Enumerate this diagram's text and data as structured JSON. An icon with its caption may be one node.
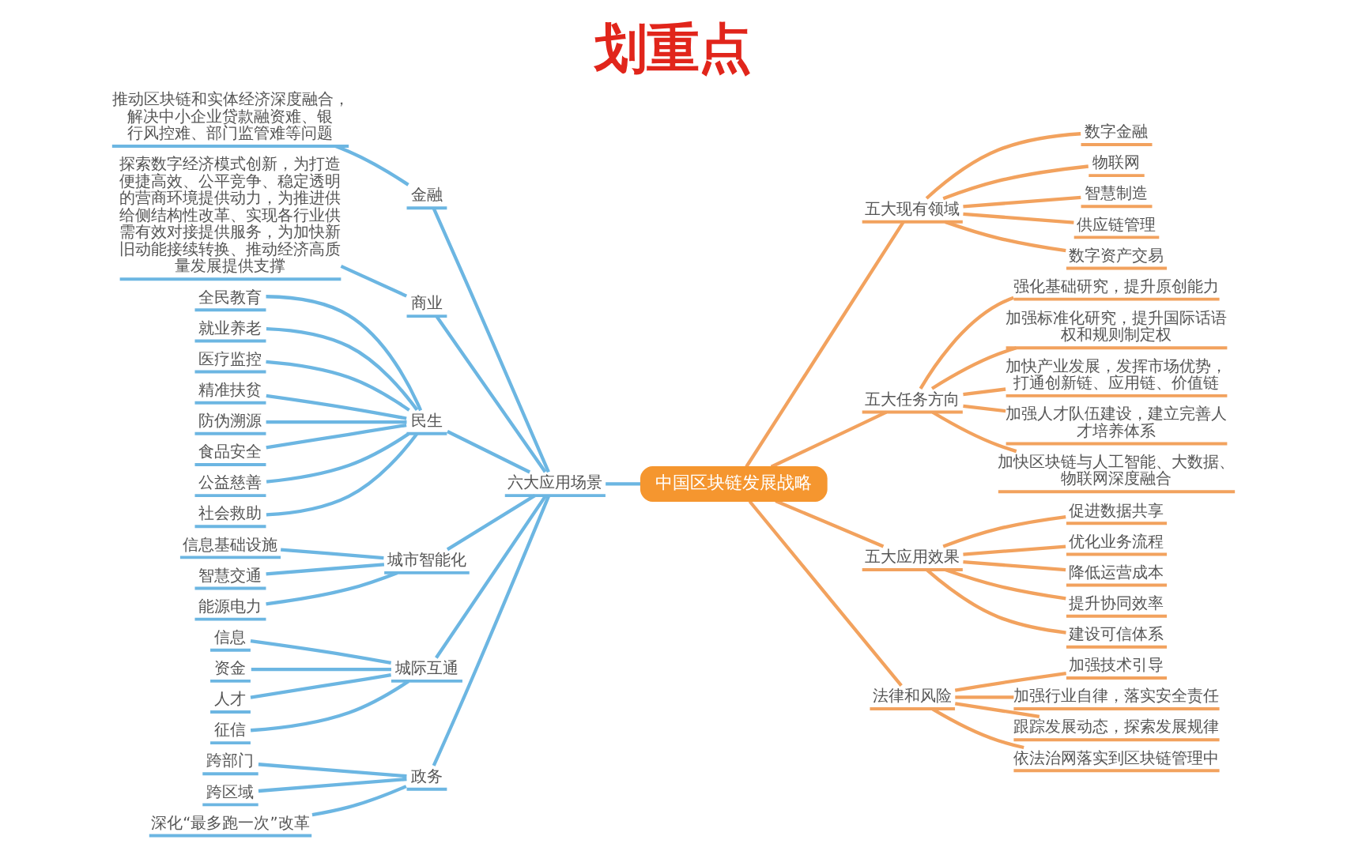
{
  "diagram": {
    "title": "划重点",
    "nodes": [
      {
        "text": [
          "中国区块链发展战略"
        ]
      },
      {
        "text": [
          "六大应用场景"
        ]
      },
      {
        "text": [
          "金融"
        ]
      },
      {
        "text": [
          "推动区块链和实体经济深度融合，解决中小企业贷款融资难、银行风控难、部门监管难等问题"
        ]
      },
      {
        "text": [
          "商业"
        ]
      },
      {
        "text": [
          "探索数字经济模式创新，为打造便捷高效、公平竞争、稳定透明的营商环境提供动力，为推进供给侧结构性改革、实现各行业供需有效对接提供服务，为加快新旧动能接续转换、推动经济高质量发展提供支撑"
        ]
      },
      {
        "text": [
          "民生"
        ]
      },
      {
        "text": [
          "全民教育"
        ]
      },
      {
        "text": [
          "就业养老"
        ]
      },
      {
        "text": [
          "医疗监控"
        ]
      },
      {
        "text": [
          "精准扶贫"
        ]
      },
      {
        "text": [
          "防伪溯源"
        ]
      },
      {
        "text": [
          "食品安全"
        ]
      },
      {
        "text": [
          "公益慈善"
        ]
      },
      {
        "text": [
          "社会救助"
        ]
      },
      {
        "text": [
          "城市智能化"
        ]
      },
      {
        "text": [
          "信息基础设施"
        ]
      },
      {
        "text": [
          "智慧交通"
        ]
      },
      {
        "text": [
          "能源电力"
        ]
      },
      {
        "text": [
          "城际互通"
        ]
      },
      {
        "text": [
          "信息"
        ]
      },
      {
        "text": [
          "资金"
        ]
      },
      {
        "text": [
          "人才"
        ]
      },
      {
        "text": [
          "征信"
        ]
      },
      {
        "text": [
          "政务"
        ]
      },
      {
        "text": [
          "跨部门"
        ]
      },
      {
        "text": [
          "跨区域"
        ]
      },
      {
        "text": [
          "深化“最多跑一次”改革"
        ]
      },
      {
        "text": [
          "五大现有领域"
        ]
      },
      {
        "text": [
          "数字金融"
        ]
      },
      {
        "text": [
          "物联网"
        ]
      },
      {
        "text": [
          "智慧制造"
        ]
      },
      {
        "text": [
          "供应链管理"
        ]
      },
      {
        "text": [
          "数字资产交易"
        ]
      },
      {
        "text": [
          "五大任务方向"
        ]
      },
      {
        "text": [
          "强化基础研究，提升原创能力"
        ]
      },
      {
        "text": [
          "加强标准化研究，提升国际话语权和规则制定权"
        ]
      },
      {
        "text": [
          "加快产业发展，发挥市场优势，打通创新链、应用链、价值链"
        ]
      },
      {
        "text": [
          "加强人才队伍建设，建立完善人才培养体系"
        ]
      },
      {
        "text": [
          "加快区块链与人工智能、大数据、物联网深度融合"
        ]
      },
      {
        "text": [
          "五大应用效果"
        ]
      },
      {
        "text": [
          "促进数据共享"
        ]
      },
      {
        "text": [
          "优化业务流程"
        ]
      },
      {
        "text": [
          "降低运营成本"
        ]
      },
      {
        "text": [
          "提升协同效率"
        ]
      },
      {
        "text": [
          "建设可信体系"
        ]
      },
      {
        "text": [
          "法律和风险"
        ]
      },
      {
        "text": [
          "加强技术引导"
        ]
      },
      {
        "text": [
          "加强行业自律，落实安全责任"
        ]
      },
      {
        "text": [
          "跟踪发展动态，探索发展规律"
        ]
      },
      {
        "text": [
          "依法治网落实到区块链管理中"
        ]
      }
    ],
    "edges": [
      {
        "from": 3,
        "to": 2,
        "arrow": "none"
      },
      {
        "from": 2,
        "to": 1,
        "arrow": "none"
      },
      {
        "from": 5,
        "to": 4,
        "arrow": "none"
      },
      {
        "from": 4,
        "to": 1,
        "arrow": "none"
      },
      {
        "from": 7,
        "to": 6,
        "arrow": "none"
      },
      {
        "from": 8,
        "to": 6,
        "arrow": "none"
      },
      {
        "from": 9,
        "to": 6,
        "arrow": "none"
      },
      {
        "from": 10,
        "to": 6,
        "arrow": "none"
      },
      {
        "from": 11,
        "to": 6,
        "arrow": "none"
      },
      {
        "from": 12,
        "to": 6,
        "arrow": "none"
      },
      {
        "from": 13,
        "to": 6,
        "arrow": "none"
      },
      {
        "from": 14,
        "to": 6,
        "arrow": "none"
      },
      {
        "from": 6,
        "to": 1,
        "arrow": "none"
      },
      {
        "from": 16,
        "to": 15,
        "arrow": "none"
      },
      {
        "from": 17,
        "to": 15,
        "arrow": "none"
      },
      {
        "from": 18,
        "to": 15,
        "arrow": "none"
      },
      {
        "from": 15,
        "to": 1,
        "arrow": "none"
      },
      {
        "from": 20,
        "to": 19,
        "arrow": "none"
      },
      {
        "from": 21,
        "to": 19,
        "arrow": "none"
      },
      {
        "from": 22,
        "to": 19,
        "arrow": "none"
      },
      {
        "from": 23,
        "to": 19,
        "arrow": "none"
      },
      {
        "from": 19,
        "to": 1,
        "arrow": "none"
      },
      {
        "from": 25,
        "to": 24,
        "arrow": "none"
      },
      {
        "from": 26,
        "to": 24,
        "arrow": "none"
      },
      {
        "from": 27,
        "to": 24,
        "arrow": "none"
      },
      {
        "from": 24,
        "to": 1,
        "arrow": "none"
      },
      {
        "from": 1,
        "to": 0,
        "arrow": "none"
      },
      {
        "from": 0,
        "to": 28,
        "arrow": "none",
        "color": "#f2a25e"
      },
      {
        "from": 28,
        "to": 29,
        "arrow": "none",
        "color": "#f2a25e"
      },
      {
        "from": 28,
        "to": 30,
        "arrow": "none",
        "color": "#f2a25e"
      },
      {
        "from": 28,
        "to": 31,
        "arrow": "none",
        "color": "#f2a25e"
      },
      {
        "from": 28,
        "to": 32,
        "arrow": "none",
        "color": "#f2a25e"
      },
      {
        "from": 28,
        "to": 33,
        "arrow": "none",
        "color": "#f2a25e"
      },
      {
        "from": 0,
        "to": 34,
        "arrow": "none",
        "color": "#f2a25e"
      },
      {
        "from": 34,
        "to": 35,
        "arrow": "none",
        "color": "#f2a25e"
      },
      {
        "from": 34,
        "to": 36,
        "arrow": "none",
        "color": "#f2a25e"
      },
      {
        "from": 34,
        "to": 37,
        "arrow": "none",
        "color": "#f2a25e"
      },
      {
        "from": 34,
        "to": 38,
        "arrow": "none",
        "color": "#f2a25e"
      },
      {
        "from": 34,
        "to": 39,
        "arrow": "none",
        "color": "#f2a25e"
      },
      {
        "from": 0,
        "to": 40,
        "arrow": "none",
        "color": "#f2a25e"
      },
      {
        "from": 40,
        "to": 41,
        "arrow": "none",
        "color": "#f2a25e"
      },
      {
        "from": 40,
        "to": 42,
        "arrow": "none",
        "color": "#f2a25e"
      },
      {
        "from": 40,
        "to": 43,
        "arrow": "none",
        "color": "#f2a25e"
      },
      {
        "from": 40,
        "to": 44,
        "arrow": "none",
        "color": "#f2a25e"
      },
      {
        "from": 40,
        "to": 45,
        "arrow": "none",
        "color": "#f2a25e"
      },
      {
        "from": 0,
        "to": 46,
        "arrow": "none",
        "color": "#f2a25e"
      },
      {
        "from": 46,
        "to": 47,
        "arrow": "none",
        "color": "#f2a25e"
      },
      {
        "from": 46,
        "to": 48,
        "arrow": "none",
        "color": "#f2a25e"
      },
      {
        "from": 46,
        "to": 49,
        "arrow": "none",
        "color": "#f2a25e"
      },
      {
        "from": 46,
        "to": 50,
        "arrow": "none",
        "color": "#f2a25e"
      }
    ]
  }
}
